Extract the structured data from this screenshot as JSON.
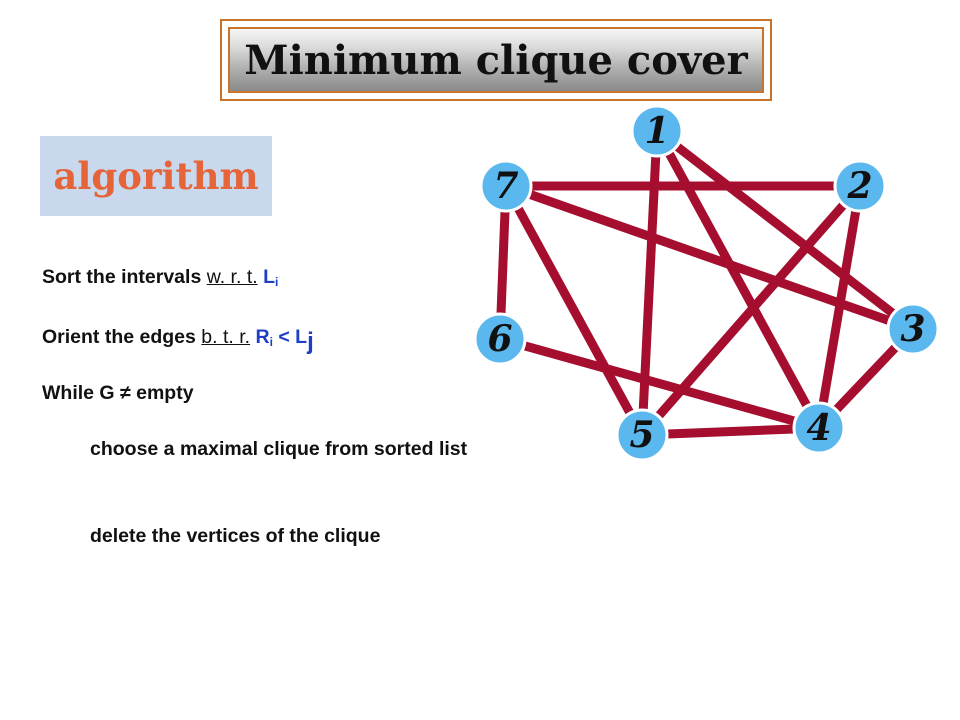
{
  "title": "Minimum clique cover",
  "subtitle": "algorithm",
  "steps": {
    "line1": {
      "prefix": "Sort the intervals ",
      "link": "w. r. t.",
      "var": " L",
      "sub": "i"
    },
    "line2": {
      "prefix": "Orient the edges ",
      "link": "b. t. r.",
      "var": " R",
      "sub": "i",
      "op": " < L",
      "sub2": "j"
    },
    "line3": "While G ≠ empty",
    "line4": "choose a maximal clique from sorted list",
    "line5": "delete the vertices of the clique"
  },
  "graph": {
    "nodes": [
      {
        "id": "1",
        "label": "1"
      },
      {
        "id": "2",
        "label": "2"
      },
      {
        "id": "3",
        "label": "3"
      },
      {
        "id": "4",
        "label": "4"
      },
      {
        "id": "5",
        "label": "5"
      },
      {
        "id": "6",
        "label": "6"
      },
      {
        "id": "7",
        "label": "7"
      }
    ],
    "edges": [
      [
        "7",
        "2"
      ],
      [
        "7",
        "6"
      ],
      [
        "7",
        "3"
      ],
      [
        "7",
        "5"
      ],
      [
        "1",
        "5"
      ],
      [
        "1",
        "4"
      ],
      [
        "1",
        "3"
      ],
      [
        "2",
        "5"
      ],
      [
        "2",
        "4"
      ],
      [
        "6",
        "4"
      ],
      [
        "5",
        "4"
      ],
      [
        "4",
        "3"
      ]
    ],
    "colors": {
      "edge": "#a50e2e",
      "node": "#5bb8ee"
    }
  }
}
